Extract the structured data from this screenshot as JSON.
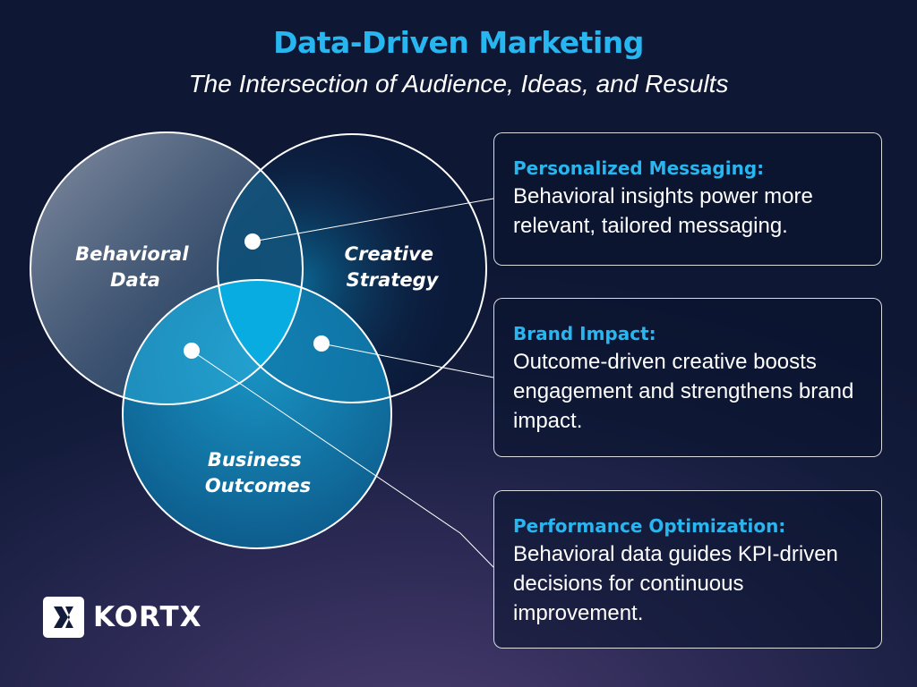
{
  "header": {
    "title": "Data-Driven Marketing",
    "subtitle": "The Intersection of Audience, Ideas, and Results"
  },
  "diagram": {
    "circles": [
      {
        "line1": "Behavioral",
        "line2": "Data"
      },
      {
        "line1": "Creative",
        "line2": "Strategy"
      },
      {
        "line1": "Business",
        "line2": "Outcomes"
      }
    ]
  },
  "callouts": [
    {
      "heading": "Personalized Messaging:",
      "body": "Behavioral insights power more relevant, tailored messaging."
    },
    {
      "heading": "Brand Impact:",
      "body": "Outcome-driven creative boosts engagement and strengthens brand impact."
    },
    {
      "heading": "Performance Optimization:",
      "body": "Behavioral data guides KPI-driven decisions for continuous improvement."
    }
  ],
  "brand": {
    "name": "KORTX",
    "logo_icon": "x-icon"
  },
  "colors": {
    "accent": "#27b6f0",
    "background": "#141c3c"
  }
}
